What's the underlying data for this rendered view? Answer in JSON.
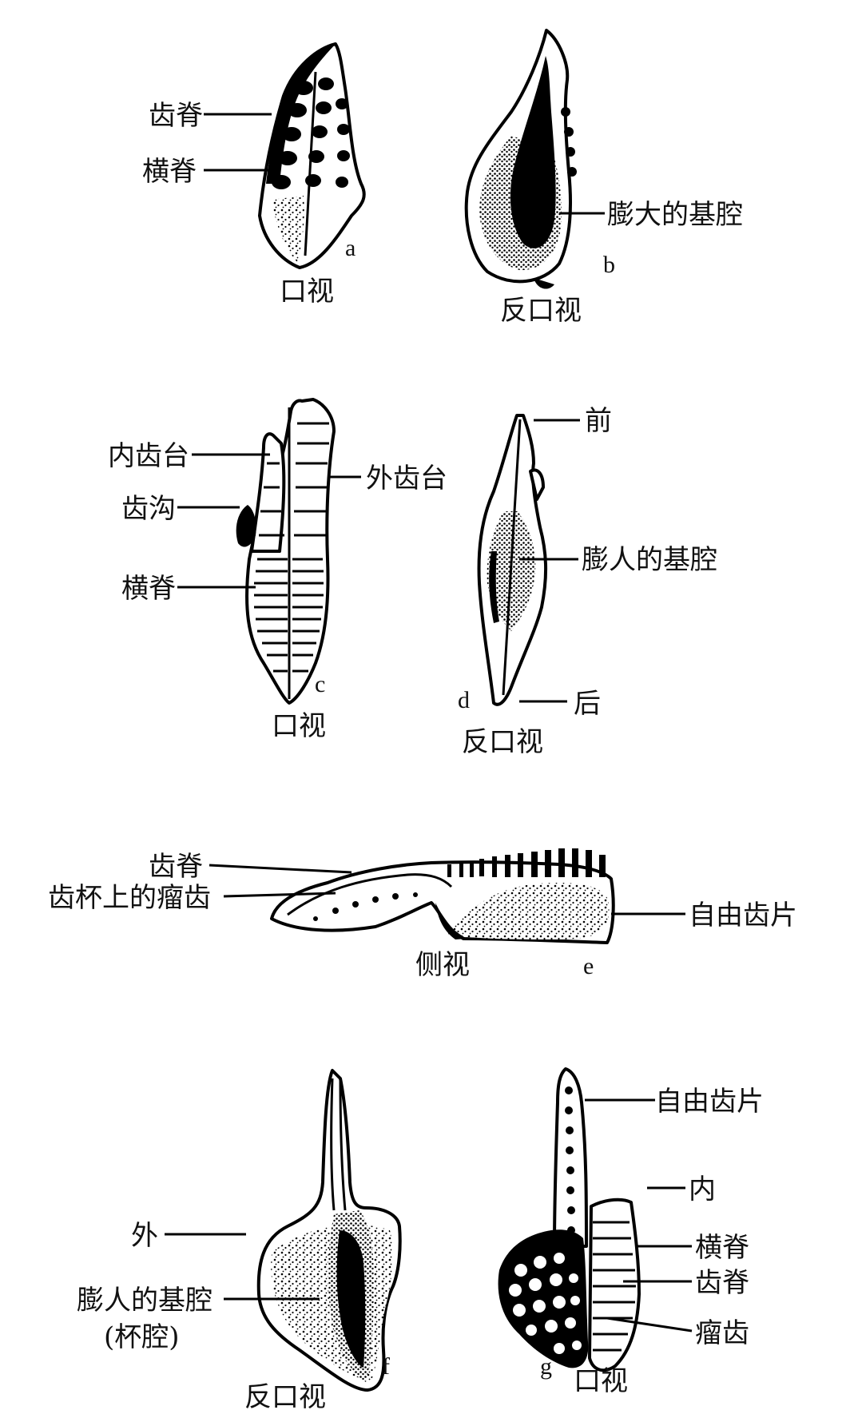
{
  "panels": {
    "a": {
      "letter": "a",
      "view": "口视",
      "labels": [
        "齿脊",
        "横脊"
      ]
    },
    "b": {
      "letter": "b",
      "view": "反口视",
      "labels": [
        "膨大的基腔"
      ]
    },
    "c": {
      "letter": "c",
      "view": "口视",
      "labels": [
        "内齿台",
        "齿沟",
        "横脊",
        "外齿台"
      ]
    },
    "d": {
      "letter": "d",
      "view": "反口视",
      "labels": [
        "前",
        "膨人的基腔",
        "后"
      ]
    },
    "e": {
      "letter": "e",
      "view": "侧视",
      "labels": [
        "齿脊",
        "齿杯上的瘤齿",
        "自由齿片"
      ]
    },
    "f": {
      "letter": "f",
      "view": "反口视",
      "labels": [
        "外",
        "膨人的基腔",
        "(杯腔)"
      ]
    },
    "g": {
      "letter": "g",
      "view": "口视",
      "labels": [
        "自由齿片",
        "内",
        "横脊",
        "齿脊",
        "瘤齿"
      ]
    }
  },
  "colors": {
    "ink": "#000000",
    "paper": "#ffffff"
  }
}
